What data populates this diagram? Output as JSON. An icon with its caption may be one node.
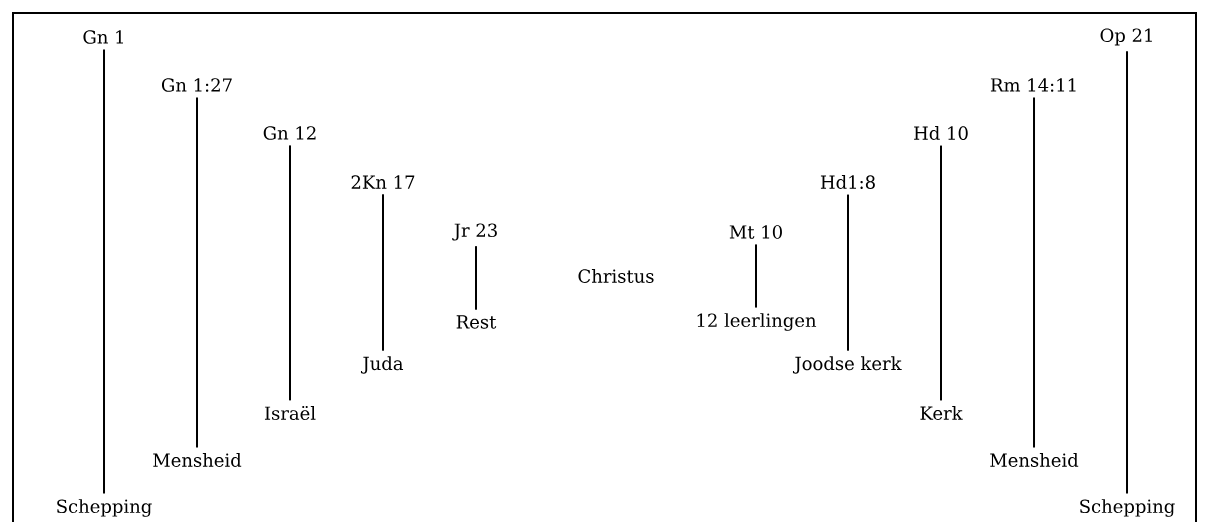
{
  "diagram": {
    "nodes": [
      {
        "text": [
          "Gn 1"
        ]
      },
      {
        "text": [
          "Schepping"
        ]
      },
      {
        "text": [
          "Gn 1:27"
        ]
      },
      {
        "text": [
          "Mensheid"
        ]
      },
      {
        "text": [
          "Gn 12"
        ]
      },
      {
        "text": [
          "Israël"
        ]
      },
      {
        "text": [
          "2Kn 17"
        ]
      },
      {
        "text": [
          "Juda"
        ]
      },
      {
        "text": [
          "Jr 23"
        ]
      },
      {
        "text": [
          "Rest"
        ]
      },
      {
        "text": [
          "Mt 10"
        ]
      },
      {
        "text": [
          "12 leerlingen"
        ]
      },
      {
        "text": [
          "Hd1:8"
        ]
      },
      {
        "text": [
          "Joodse kerk"
        ]
      },
      {
        "text": [
          "Hd 10"
        ]
      },
      {
        "text": [
          "Kerk"
        ]
      },
      {
        "text": [
          "Rm 14:11"
        ]
      },
      {
        "text": [
          "Mensheid"
        ]
      },
      {
        "text": [
          "Op 21"
        ]
      },
      {
        "text": [
          "Schepping"
        ]
      }
    ],
    "edges": [
      {
        "from": 0,
        "to": 1,
        "arrow": "none"
      },
      {
        "from": 2,
        "to": 3,
        "arrow": "none"
      },
      {
        "from": 4,
        "to": 5,
        "arrow": "none"
      },
      {
        "from": 6,
        "to": 7,
        "arrow": "none"
      },
      {
        "from": 8,
        "to": 9,
        "arrow": "none"
      },
      {
        "from": 10,
        "to": 11,
        "arrow": "none"
      },
      {
        "from": 12,
        "to": 13,
        "arrow": "none"
      },
      {
        "from": 14,
        "to": 15,
        "arrow": "none"
      },
      {
        "from": 16,
        "to": 17,
        "arrow": "none"
      },
      {
        "from": 18,
        "to": 19,
        "arrow": "none"
      }
    ],
    "labels": [
      "Christus"
    ]
  }
}
